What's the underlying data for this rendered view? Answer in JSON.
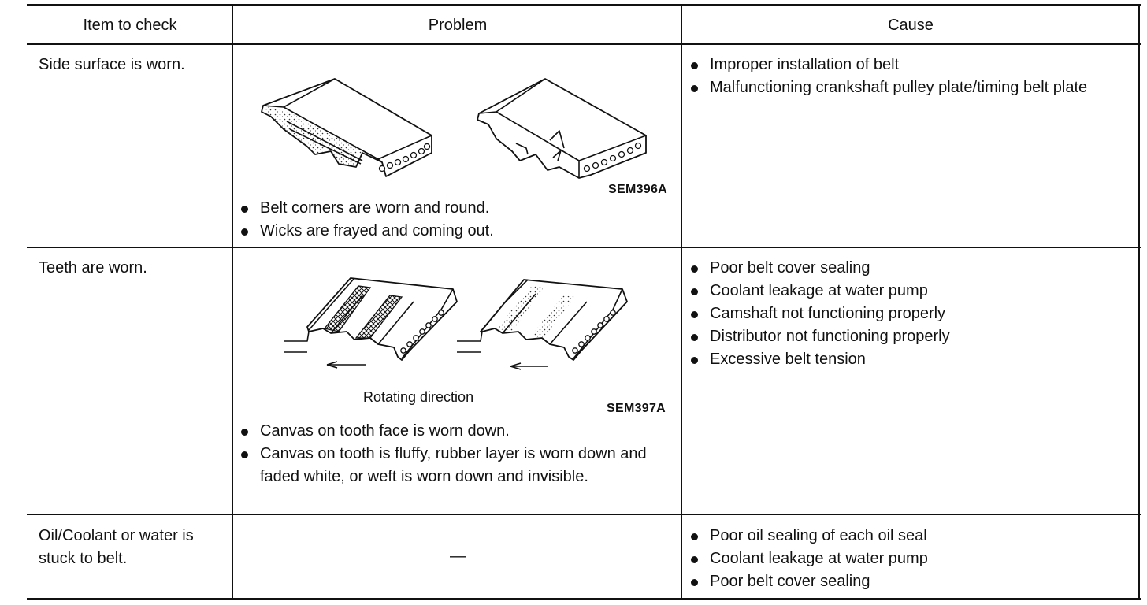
{
  "table": {
    "headers": {
      "item": "Item to check",
      "problem": "Problem",
      "cause": "Cause"
    },
    "rows": [
      {
        "item": "Side surface is worn.",
        "figure_code": "SEM396A",
        "problems": [
          "Belt corners are worn and round.",
          "Wicks are frayed and coming out."
        ],
        "causes": [
          "Improper installation of belt",
          "Malfunctioning crankshaft pulley plate/timing belt plate"
        ]
      },
      {
        "item": "Teeth are worn.",
        "figure_caption": "Rotating direction",
        "figure_code": "SEM397A",
        "problems": [
          "Canvas on tooth face is worn down.",
          "Canvas on tooth is fluffy, rubber layer is worn down and faded white, or weft is worn down and invisible."
        ],
        "causes": [
          "Poor belt cover sealing",
          "Coolant leakage at water pump",
          "Camshaft not functioning properly",
          "Distributor not functioning properly",
          "Excessive belt tension"
        ]
      },
      {
        "item": "Oil/Coolant or water is stuck to belt.",
        "problem_dash": "—",
        "causes": [
          "Poor oil sealing of each oil seal",
          "Coolant leakage at water pump",
          "Poor belt cover sealing"
        ]
      }
    ]
  }
}
